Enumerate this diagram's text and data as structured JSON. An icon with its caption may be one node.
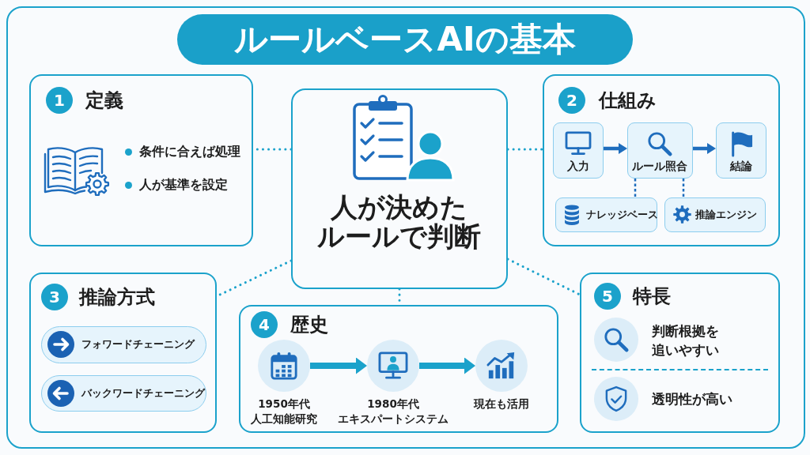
{
  "diagram": {
    "title": "ルールベースAIの基本",
    "nodes": [
      {
        "text": [
          "定義",
          "条件に合えば処理",
          "人が基準を設定"
        ]
      },
      {
        "text": [
          "1"
        ],
        "in": 0
      },
      {
        "text": [
          "人が決めたルールで判断"
        ]
      },
      {
        "text": [
          "仕組み"
        ]
      },
      {
        "text": [
          "2"
        ],
        "in": 3
      },
      {
        "text": [
          "入力"
        ],
        "in": 3
      },
      {
        "text": [
          "ルール照合"
        ],
        "in": 3
      },
      {
        "text": [
          "結論"
        ],
        "in": 3
      },
      {
        "text": [
          "ナレッジベース"
        ],
        "in": 3
      },
      {
        "text": [
          "推論エンジン"
        ],
        "in": 3
      },
      {
        "text": [
          "推論方式"
        ]
      },
      {
        "text": [
          "3"
        ],
        "in": 10
      },
      {
        "text": [
          "フォワードチェーニング"
        ],
        "in": 10
      },
      {
        "text": [
          "バックワードチェーニング"
        ],
        "in": 10
      },
      {
        "text": [
          "歴史"
        ]
      },
      {
        "text": [
          "4"
        ],
        "in": 14
      },
      {
        "text": [],
        "shape": "circle",
        "beside": [
          "1950年代",
          "人工知能研究"
        ],
        "in": 14
      },
      {
        "text": [],
        "shape": "circle",
        "beside": [
          "1980年代",
          "エキスパートシステム"
        ],
        "in": 14
      },
      {
        "text": [],
        "shape": "circle",
        "beside": [
          "現在も活用"
        ],
        "in": 14
      },
      {
        "text": [
          "特長",
          "判断根拠を追いやすい",
          "透明性が高い"
        ]
      },
      {
        "text": [
          "5"
        ],
        "in": 19
      }
    ],
    "edges": [
      {
        "from": 2,
        "to": 0,
        "arrow": "none",
        "style": "dashed"
      },
      {
        "from": 2,
        "to": 3,
        "arrow": "none",
        "style": "dashed"
      },
      {
        "from": 2,
        "to": 10,
        "arrow": "none",
        "style": "dashed"
      },
      {
        "from": 2,
        "to": 14,
        "arrow": "none",
        "style": "dashed"
      },
      {
        "from": 2,
        "to": 19,
        "arrow": "none",
        "style": "dashed"
      },
      {
        "from": 5,
        "to": 6,
        "arrow": "to",
        "color": "#1f6dbd"
      },
      {
        "from": 6,
        "to": 7,
        "arrow": "to",
        "color": "#1f6dbd"
      },
      {
        "from": 6,
        "to": 8,
        "arrow": "none",
        "style": "dashed",
        "color": "#1f6dbd"
      },
      {
        "from": 6,
        "to": 9,
        "arrow": "none",
        "style": "dashed",
        "color": "#1f6dbd"
      },
      {
        "from": 16,
        "to": 17,
        "arrow": "to"
      },
      {
        "from": 17,
        "to": 18,
        "arrow": "to"
      }
    ]
  }
}
